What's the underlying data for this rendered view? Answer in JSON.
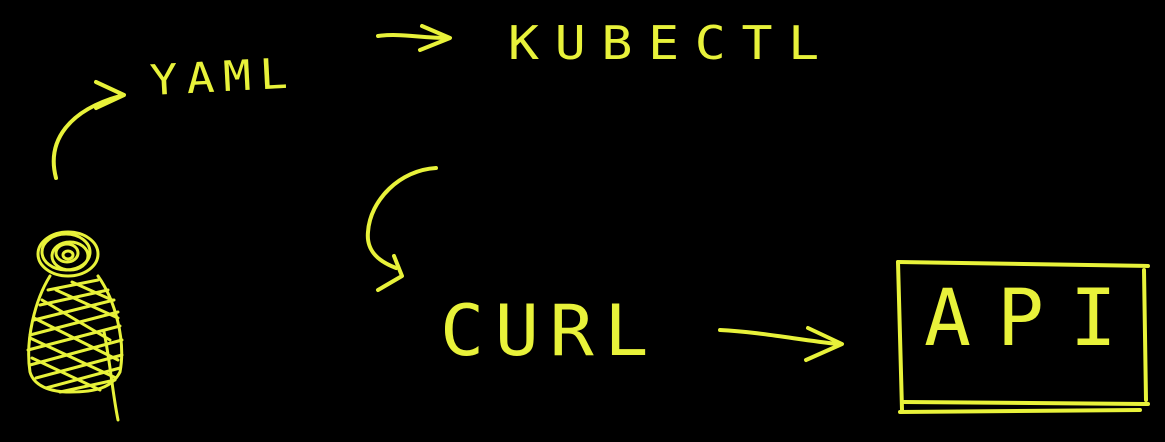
{
  "ink_color": "#e8f23a",
  "background_color": "#000000",
  "nodes": {
    "yaml": "YAML",
    "kubectl": "KUBECTL",
    "curl": "CURL",
    "api": "API"
  },
  "icons": {
    "person": "person-icon",
    "arrows": "arrow-icon"
  }
}
